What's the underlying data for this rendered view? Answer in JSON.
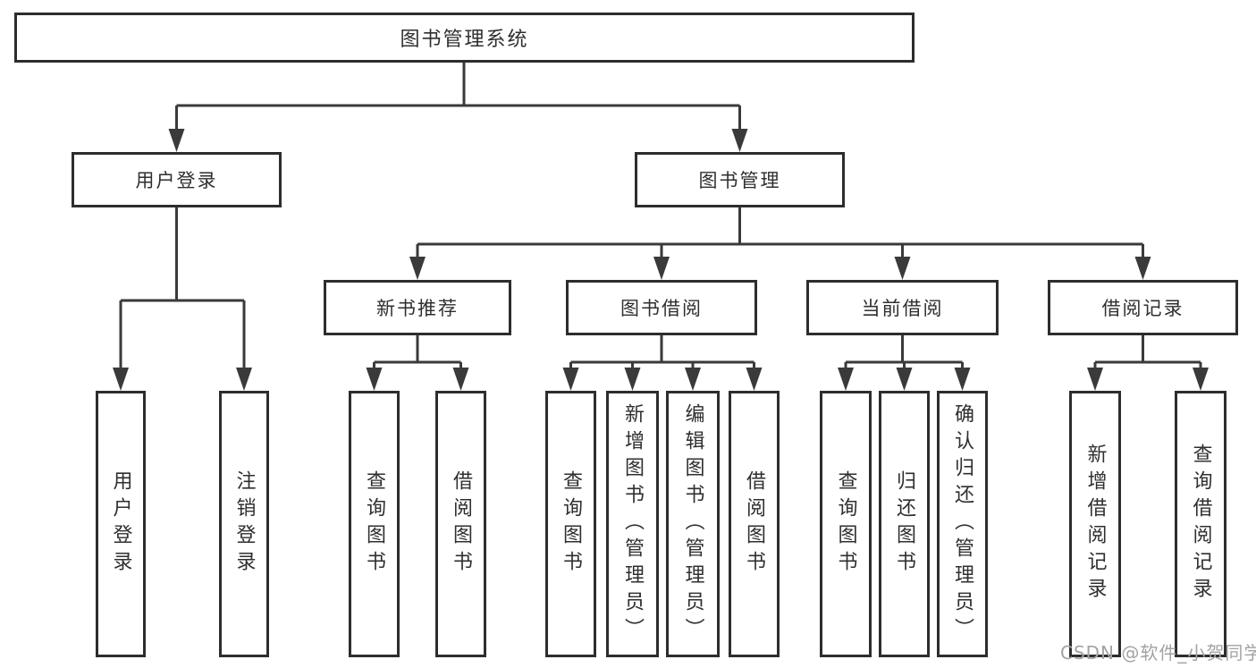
{
  "diagram": {
    "root": {
      "label": "图书管理系统"
    },
    "level1": [
      {
        "label": "用户登录"
      },
      {
        "label": "图书管理"
      }
    ],
    "level2": [
      {
        "label": "新书推荐"
      },
      {
        "label": "图书借阅"
      },
      {
        "label": "当前借阅"
      },
      {
        "label": "借阅记录"
      }
    ],
    "leaves": {
      "user": [
        "用户登录",
        "注销登录"
      ],
      "new_book": [
        "查询图书",
        "借阅图书"
      ],
      "borrow": [
        "查询图书",
        "新增图书（管理员）",
        "编辑图书（管理员）",
        "借阅图书"
      ],
      "current": [
        "查询图书",
        "归还图书",
        "确认归还（管理员）"
      ],
      "record": [
        "新增借阅记录",
        "查询借阅记录"
      ]
    }
  },
  "watermark": {
    "text": "CSDN @软件_小贺同学"
  },
  "colors": {
    "line": "#3a3a3a",
    "box_border": "#2d2d2d",
    "text": "#2f2f2f",
    "watermark": "#a3a3a3",
    "background": "#ffffff"
  }
}
